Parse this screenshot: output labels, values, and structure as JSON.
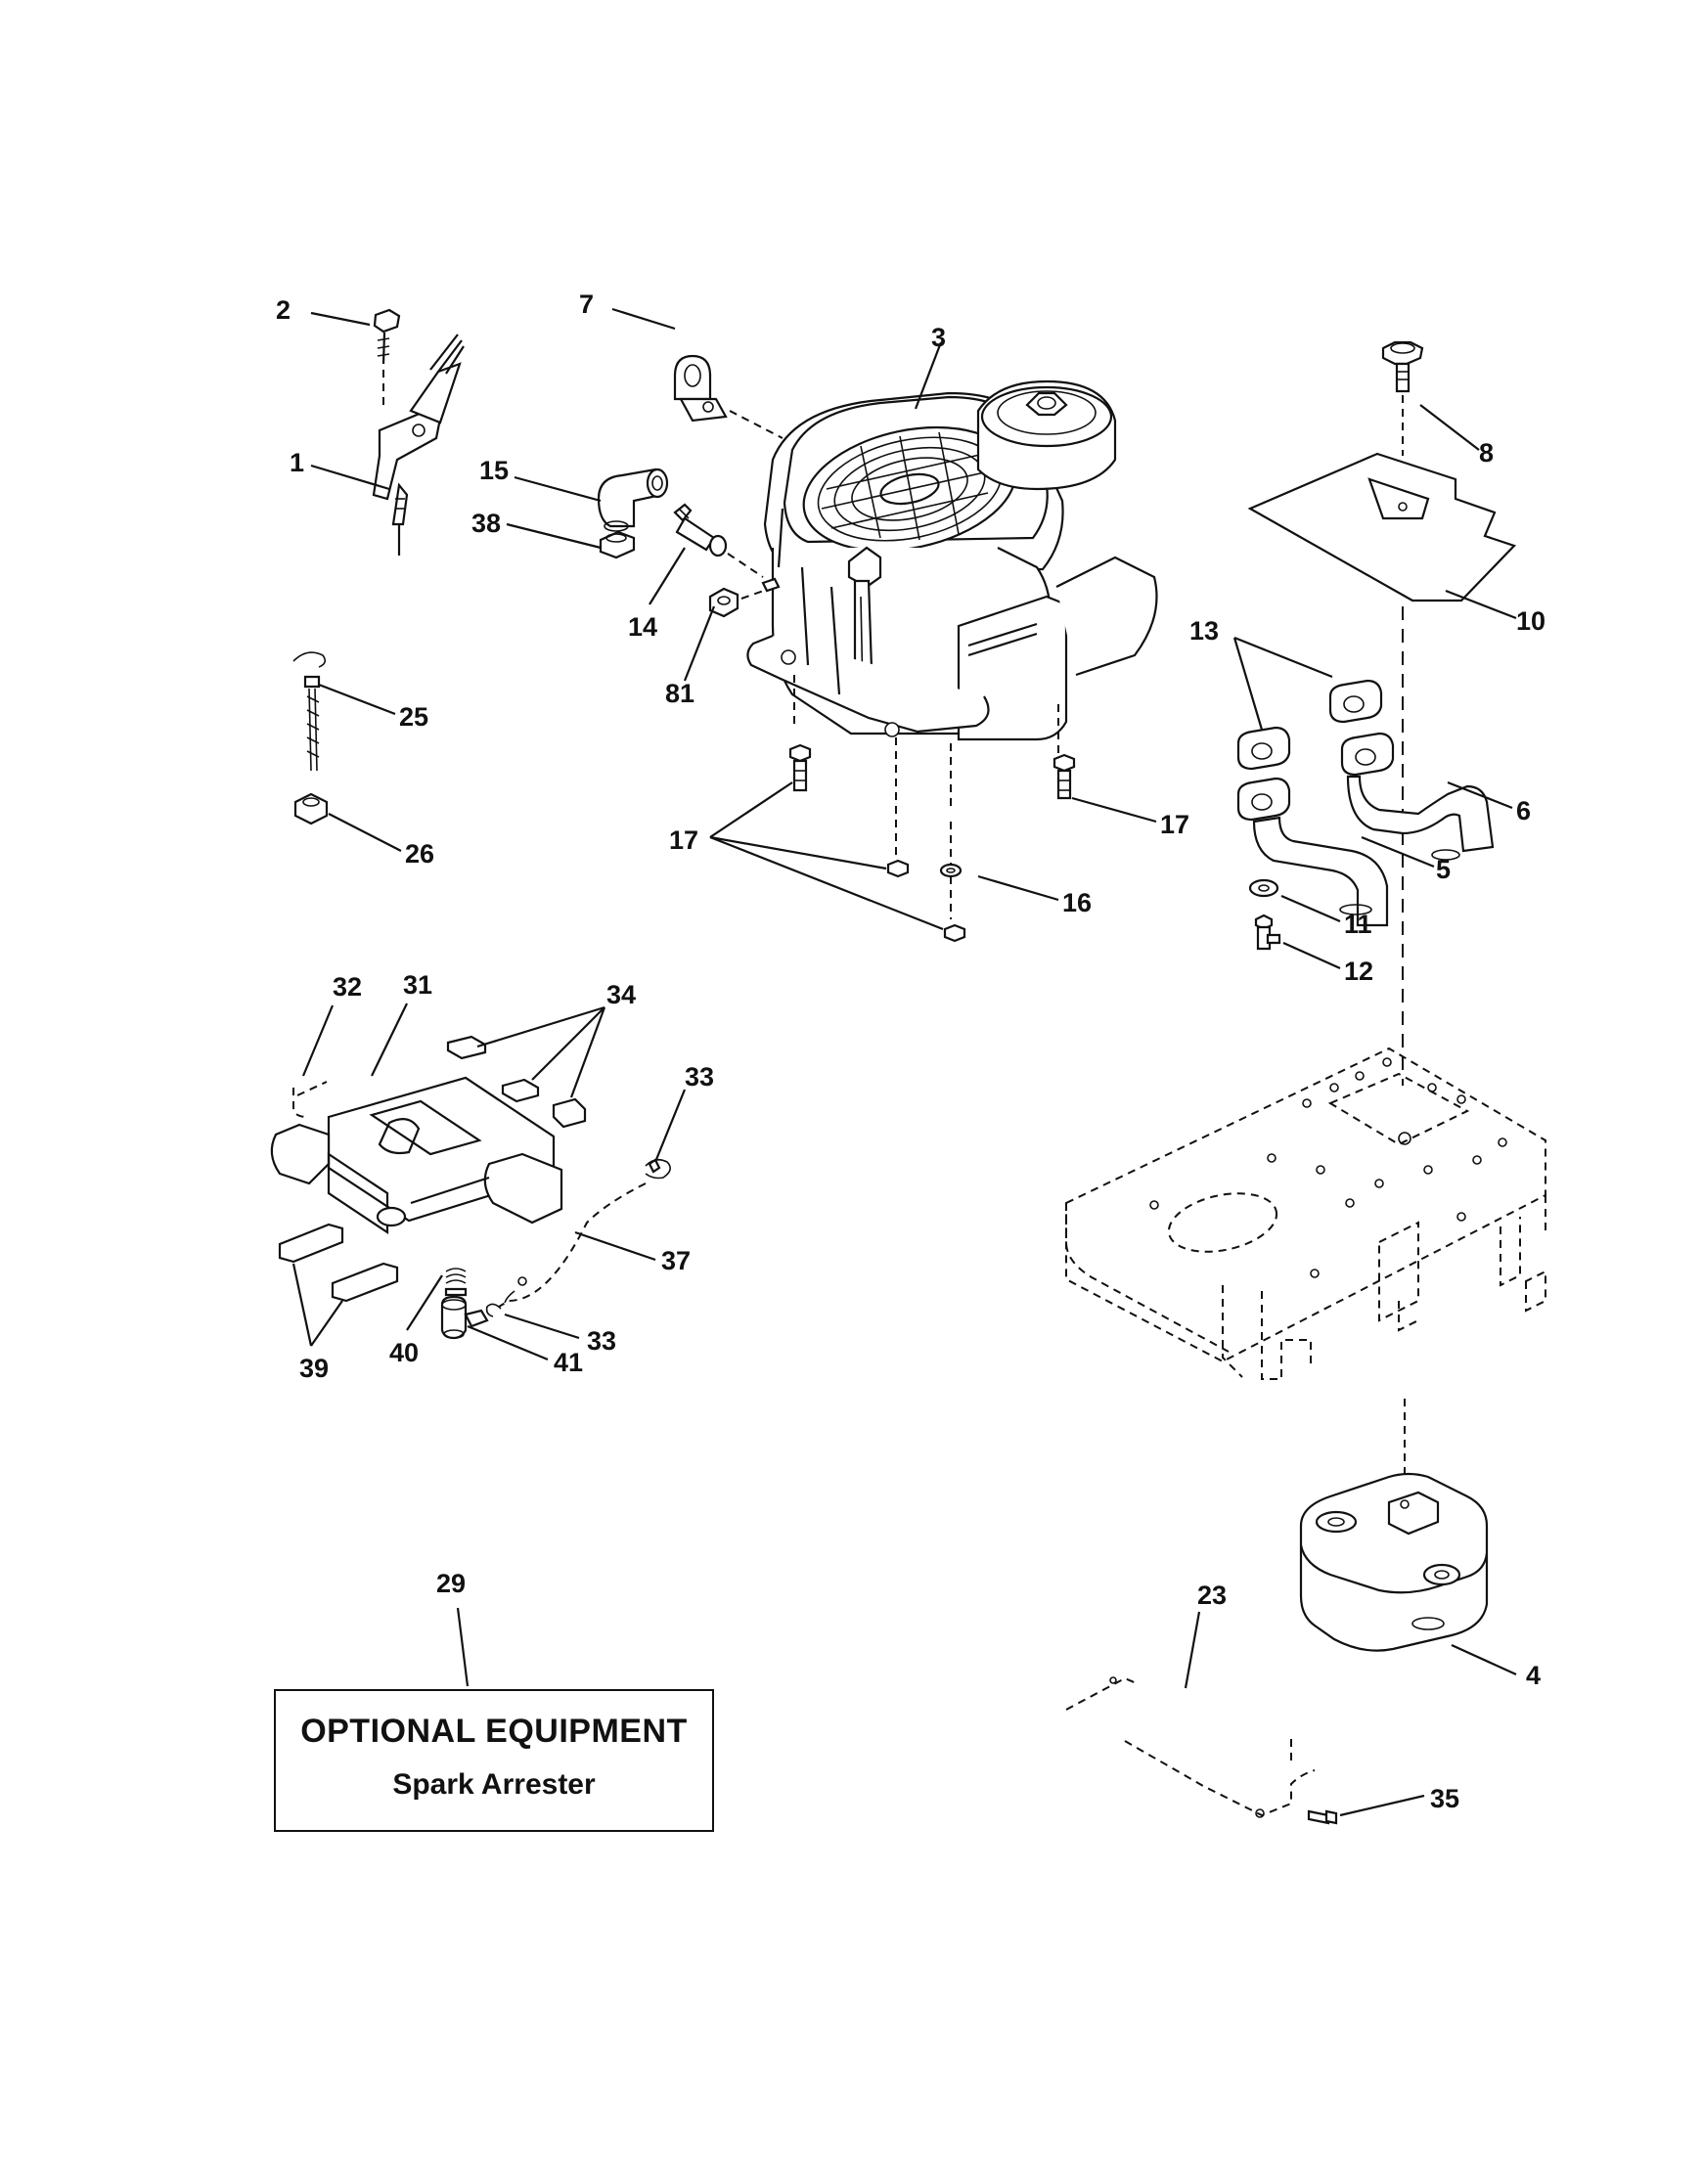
{
  "diagram": {
    "callouts": [
      {
        "id": "c1",
        "text": "1"
      },
      {
        "id": "c2",
        "text": "2"
      },
      {
        "id": "c3",
        "text": "3"
      },
      {
        "id": "c4",
        "text": "4"
      },
      {
        "id": "c5",
        "text": "5"
      },
      {
        "id": "c6",
        "text": "6"
      },
      {
        "id": "c7",
        "text": "7"
      },
      {
        "id": "c8",
        "text": "8"
      },
      {
        "id": "c10",
        "text": "10"
      },
      {
        "id": "c11",
        "text": "11"
      },
      {
        "id": "c12",
        "text": "12"
      },
      {
        "id": "c13",
        "text": "13"
      },
      {
        "id": "c14",
        "text": "14"
      },
      {
        "id": "c15",
        "text": "15"
      },
      {
        "id": "c16",
        "text": "16"
      },
      {
        "id": "c17a",
        "text": "17"
      },
      {
        "id": "c17b",
        "text": "17"
      },
      {
        "id": "c23",
        "text": "23"
      },
      {
        "id": "c25",
        "text": "25"
      },
      {
        "id": "c26",
        "text": "26"
      },
      {
        "id": "c29",
        "text": "29"
      },
      {
        "id": "c31",
        "text": "31"
      },
      {
        "id": "c32",
        "text": "32"
      },
      {
        "id": "c33a",
        "text": "33"
      },
      {
        "id": "c33b",
        "text": "33"
      },
      {
        "id": "c34",
        "text": "34"
      },
      {
        "id": "c35",
        "text": "35"
      },
      {
        "id": "c37",
        "text": "37"
      },
      {
        "id": "c38",
        "text": "38"
      },
      {
        "id": "c39",
        "text": "39"
      },
      {
        "id": "c40",
        "text": "40"
      },
      {
        "id": "c41",
        "text": "41"
      },
      {
        "id": "c81",
        "text": "81"
      }
    ],
    "optional_box": {
      "title": "OPTIONAL EQUIPMENT",
      "subtitle": "Spark Arrester"
    }
  }
}
